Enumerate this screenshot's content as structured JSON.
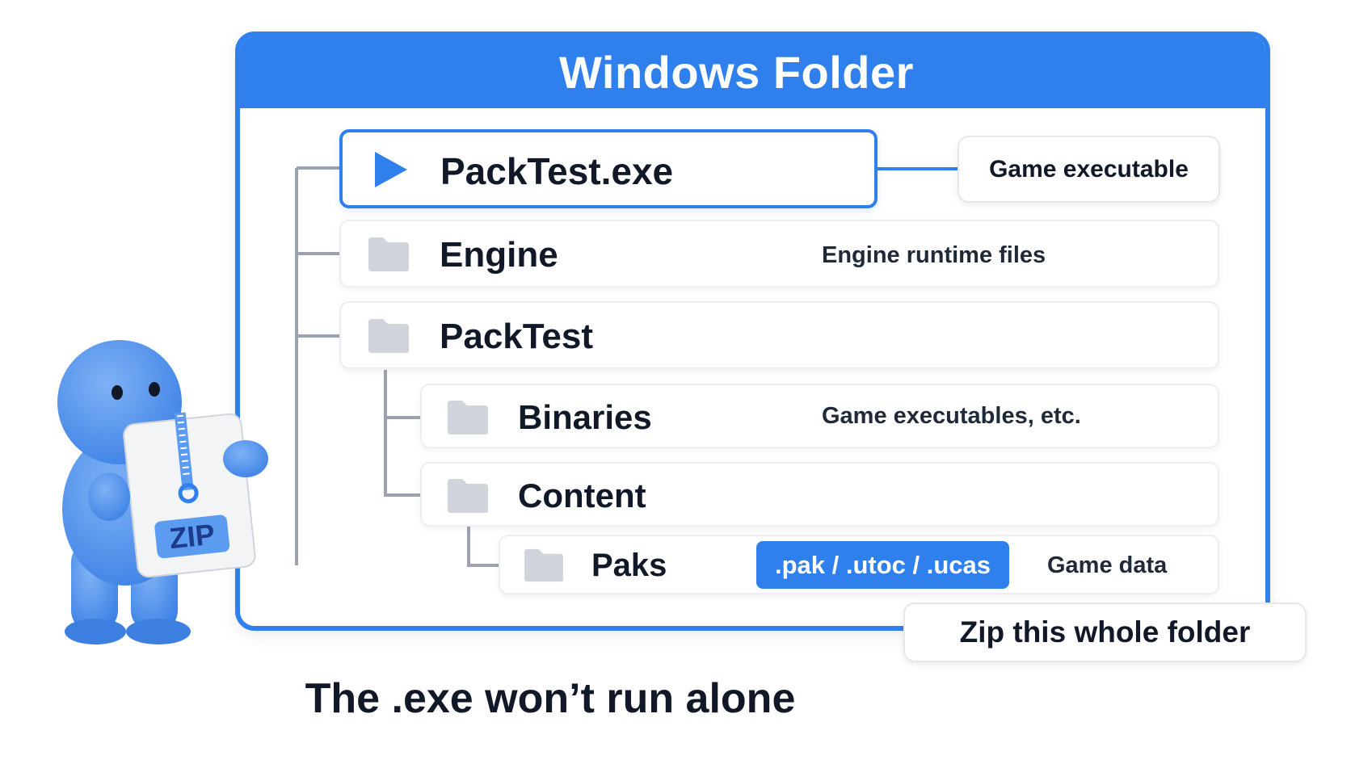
{
  "window": {
    "title": "Windows Folder"
  },
  "tree": {
    "exe": {
      "name": "PackTest.exe",
      "callout": "Game executable"
    },
    "engine": {
      "name": "Engine",
      "description": "Engine runtime files"
    },
    "packtest": {
      "name": "PackTest"
    },
    "binaries": {
      "name": "Binaries",
      "description": "Game executables, etc."
    },
    "content": {
      "name": "Content"
    },
    "paks": {
      "name": "Paks",
      "badge": ".pak / .utoc / .ucas",
      "description": "Game data"
    }
  },
  "zip_callout": "Zip this whole folder",
  "mascot": {
    "sign": "ZIP"
  },
  "caption": "The .exe won’t run alone",
  "colors": {
    "accent": "#2f80ed",
    "folder": "#d1d5db",
    "line": "#9ca3af"
  },
  "icons": [
    "play-icon",
    "folder-icon",
    "zipper-icon"
  ]
}
